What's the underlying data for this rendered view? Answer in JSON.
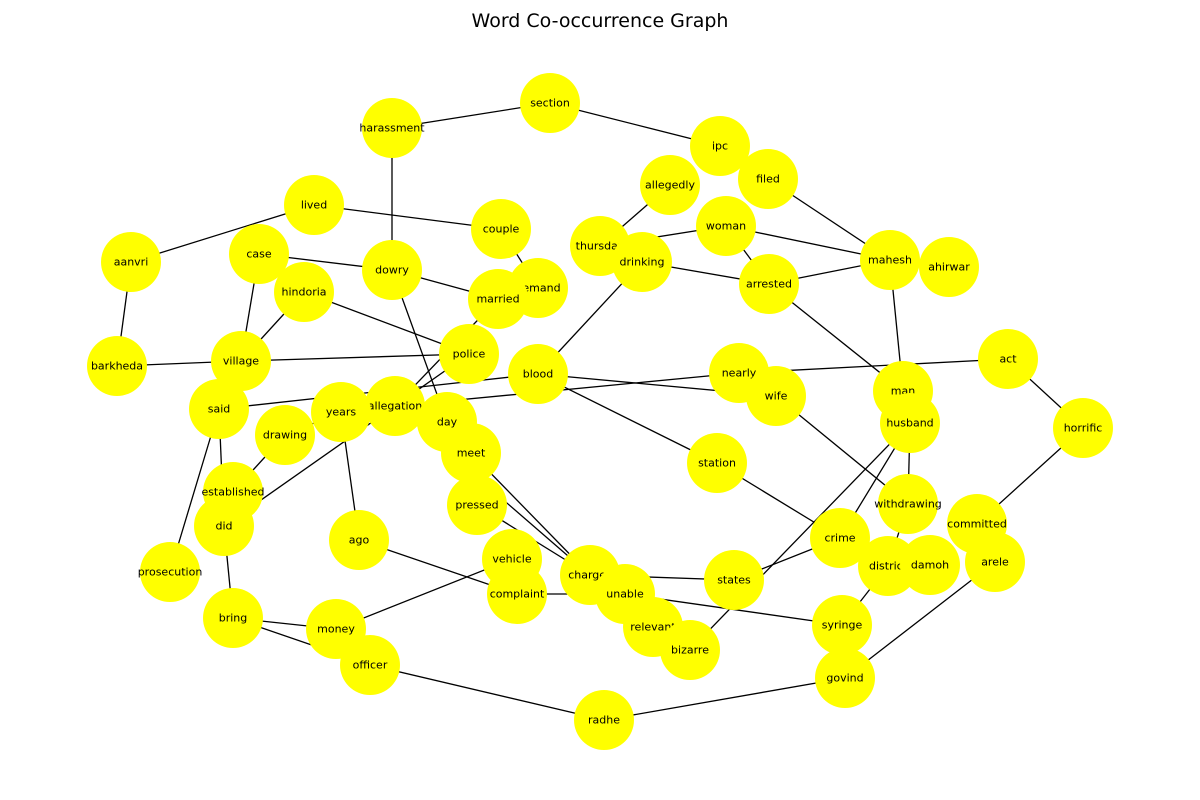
{
  "title": "Word Co-occurrence Graph",
  "colors": {
    "node_fill": "#ffff00",
    "edge": "#000000",
    "label": "#000000"
  },
  "nodes": [
    "section",
    "harassment",
    "ipc",
    "filed",
    "allegedly",
    "woman",
    "couple",
    "lived",
    "aanvri",
    "case",
    "dowry",
    "thursday",
    "drinking",
    "demand",
    "married",
    "mahesh",
    "ahirwar",
    "arrested",
    "hindoria",
    "barkheda",
    "village",
    "police",
    "blood",
    "nearly",
    "act",
    "man",
    "wife",
    "said",
    "allegation",
    "years",
    "day",
    "drawing",
    "husband",
    "horrific",
    "meet",
    "station",
    "established",
    "did",
    "withdrawing",
    "pressed",
    "ago",
    "committed",
    "crime",
    "prosecution",
    "vehicle",
    "district",
    "damoh",
    "arele",
    "charges",
    "states",
    "complaint",
    "unable",
    "syringe",
    "relevant",
    "bring",
    "money",
    "bizarre",
    "govind",
    "officer",
    "radhe"
  ],
  "edges": [
    [
      "harassment",
      "section"
    ],
    [
      "section",
      "ipc"
    ],
    [
      "harassment",
      "dowry"
    ],
    [
      "ipc",
      "filed"
    ],
    [
      "filed",
      "mahesh"
    ],
    [
      "lived",
      "couple"
    ],
    [
      "lived",
      "aanvri"
    ],
    [
      "couple",
      "demand"
    ],
    [
      "aanvri",
      "barkheda"
    ],
    [
      "barkheda",
      "village"
    ],
    [
      "case",
      "dowry"
    ],
    [
      "dowry",
      "married"
    ],
    [
      "dowry",
      "day"
    ],
    [
      "case",
      "village"
    ],
    [
      "hindoria",
      "village"
    ],
    [
      "hindoria",
      "police"
    ],
    [
      "allegedly",
      "thursday"
    ],
    [
      "thursday",
      "woman"
    ],
    [
      "woman",
      "mahesh"
    ],
    [
      "woman",
      "arrested"
    ],
    [
      "drinking",
      "arrested"
    ],
    [
      "drinking",
      "blood"
    ],
    [
      "arrested",
      "mahesh"
    ],
    [
      "arrested",
      "man"
    ],
    [
      "mahesh",
      "man"
    ],
    [
      "married",
      "allegation"
    ],
    [
      "village",
      "police"
    ],
    [
      "said",
      "blood"
    ],
    [
      "blood",
      "wife"
    ],
    [
      "blood",
      "station"
    ],
    [
      "nearly",
      "act"
    ],
    [
      "act",
      "horrific"
    ],
    [
      "horrific",
      "committed"
    ],
    [
      "nearly",
      "allegation"
    ],
    [
      "did",
      "police"
    ],
    [
      "wife",
      "withdrawing"
    ],
    [
      "man",
      "husband"
    ],
    [
      "husband",
      "withdrawing"
    ],
    [
      "husband",
      "crime"
    ],
    [
      "station",
      "crime"
    ],
    [
      "crime",
      "district"
    ],
    [
      "withdrawing",
      "district"
    ],
    [
      "district",
      "syringe"
    ],
    [
      "states",
      "crime"
    ],
    [
      "said",
      "prosecution"
    ],
    [
      "said",
      "did"
    ],
    [
      "did",
      "bring"
    ],
    [
      "bring",
      "money"
    ],
    [
      "bring",
      "officer"
    ],
    [
      "drawing",
      "years"
    ],
    [
      "drawing",
      "established"
    ],
    [
      "years",
      "ago"
    ],
    [
      "ago",
      "complaint"
    ],
    [
      "day",
      "meet"
    ],
    [
      "meet",
      "pressed"
    ],
    [
      "meet",
      "charges"
    ],
    [
      "allegation",
      "charges"
    ],
    [
      "pressed",
      "charges"
    ],
    [
      "charges",
      "states"
    ],
    [
      "complaint",
      "unable"
    ],
    [
      "unable",
      "syringe"
    ],
    [
      "money",
      "vehicle"
    ],
    [
      "relevant",
      "bizarre"
    ],
    [
      "bizarre",
      "husband"
    ],
    [
      "officer",
      "radhe"
    ],
    [
      "radhe",
      "govind"
    ],
    [
      "govind",
      "arele"
    ]
  ]
}
